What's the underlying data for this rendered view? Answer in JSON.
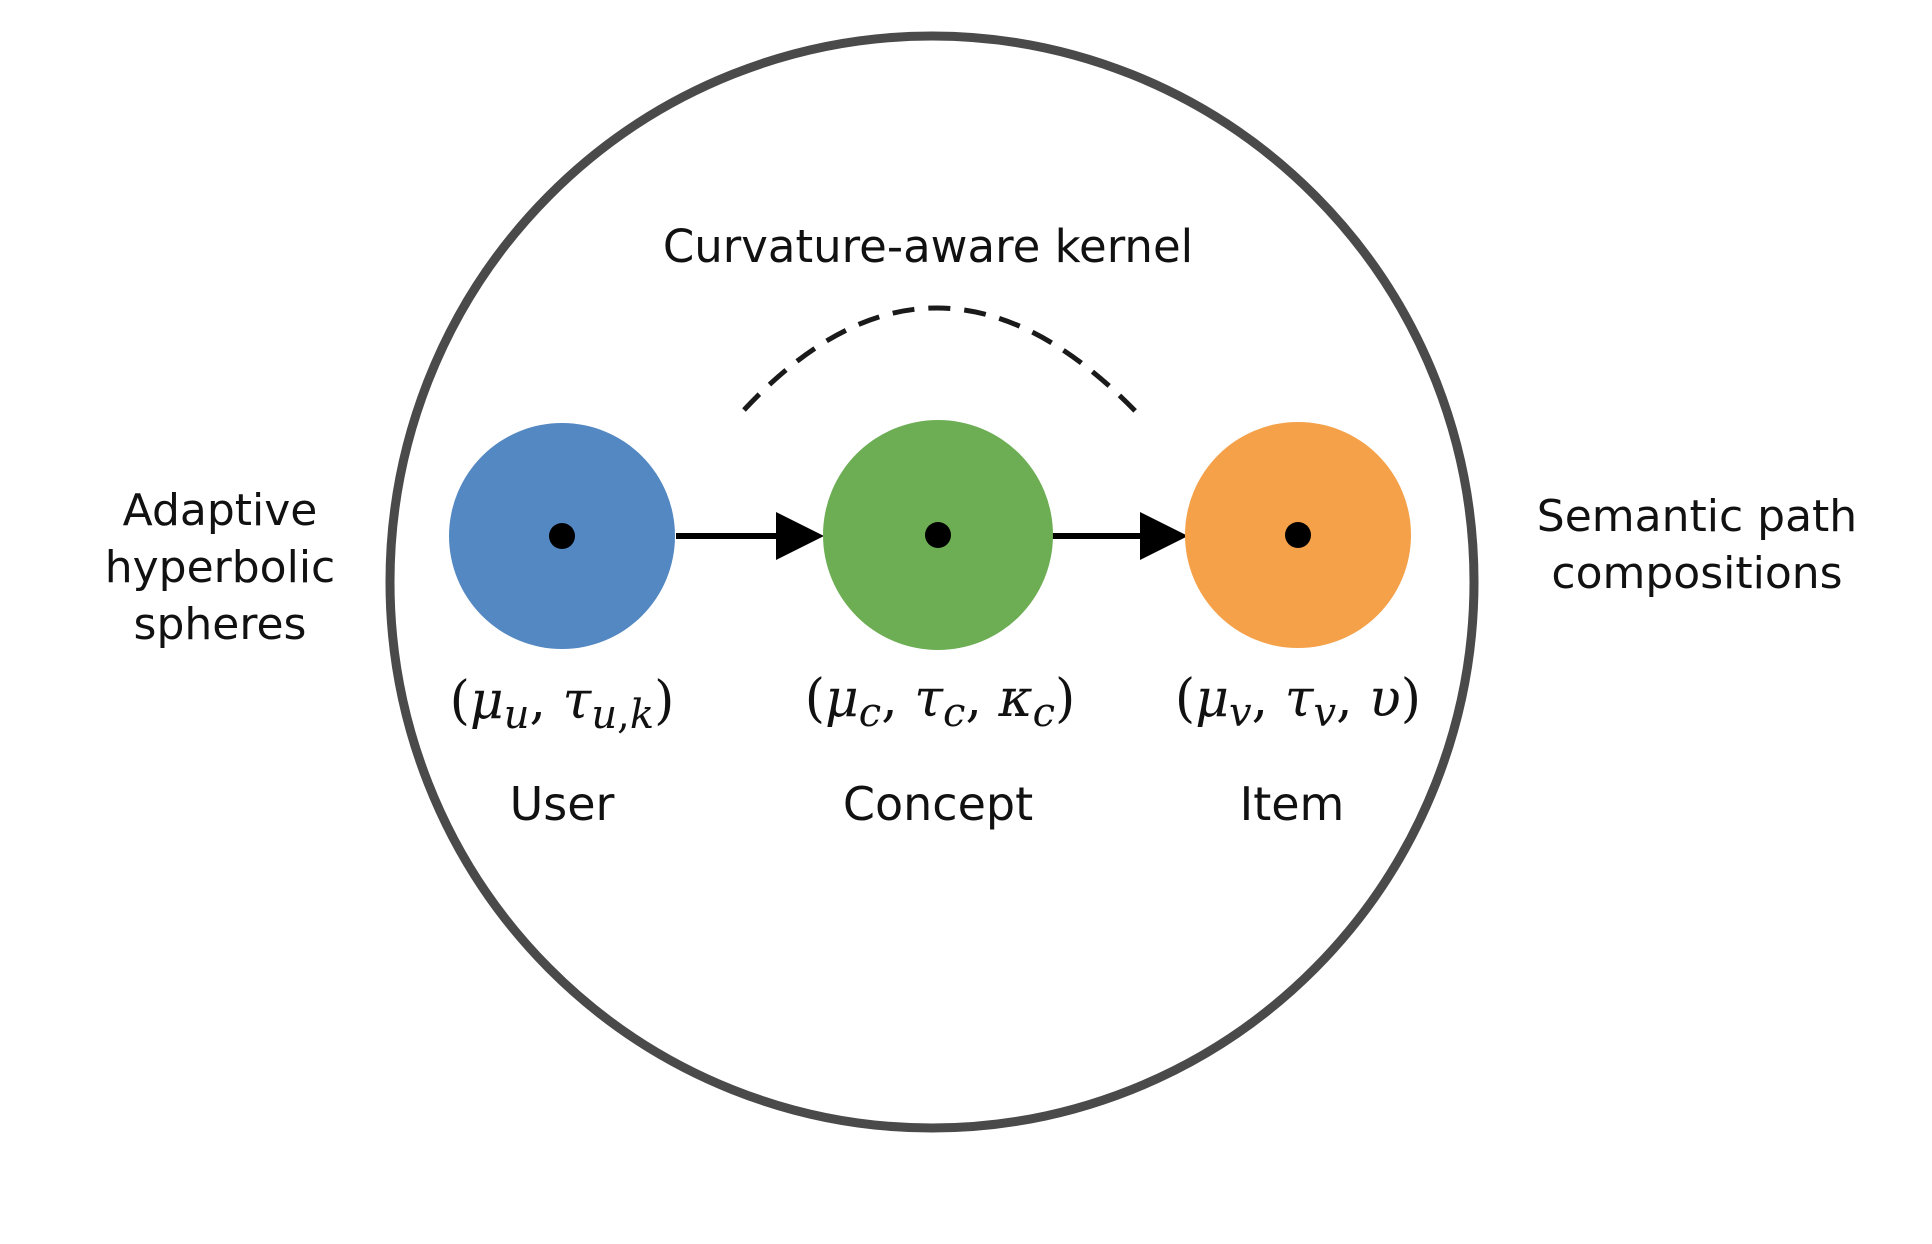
{
  "left_label": {
    "line1": "Adaptive",
    "line2": "hyperbolic",
    "line3": "spheres"
  },
  "right_label": {
    "line1": "Semantic path",
    "line2": "compositions"
  },
  "kernel_label": "Curvature-aware kernel",
  "nodes": [
    {
      "id": "user",
      "name": "User",
      "color": "#5488c2",
      "params": {
        "open": "(",
        "mu": "μ",
        "mu_sub": "u",
        "tau": "τ",
        "tau_sub": "u",
        "third": "k",
        "close": ")"
      }
    },
    {
      "id": "concept",
      "name": "Concept",
      "color": "#6dae55",
      "params": {
        "open": "(",
        "mu": "μ",
        "mu_sub": "c",
        "tau": "τ",
        "tau_sub": "c",
        "third": "κ",
        "third_sub": "c",
        "close": ")"
      }
    },
    {
      "id": "item",
      "name": "Item",
      "color": "#f4a14a",
      "params": {
        "open": "(",
        "mu": "μ",
        "mu_sub": "v",
        "tau": "τ",
        "tau_sub": "v",
        "third": "υ",
        "close": ")"
      }
    }
  ],
  "colors": {
    "outer_circle": "#4a4a4a",
    "arrow": "#000000",
    "center_dot": "#000000",
    "kernel_arc": "#1a1a1a"
  }
}
